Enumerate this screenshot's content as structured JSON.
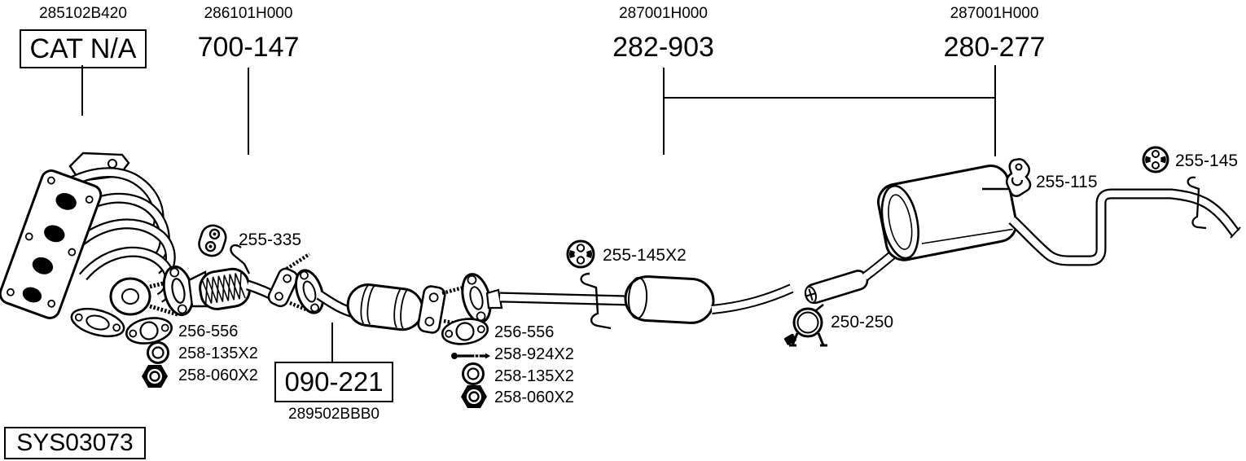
{
  "colors": {
    "line": "#000000",
    "background": "#ffffff"
  },
  "assemblies": [
    {
      "ref": "285102B420",
      "label": "CAT N/A"
    },
    {
      "ref": "286101H000",
      "label": "700-147"
    },
    {
      "ref": "287001H000",
      "label": "282-903"
    },
    {
      "ref": "287001H000",
      "label": "280-277"
    }
  ],
  "callouts": {
    "flex_hanger_clamp": "255-335",
    "center_mount": "255-145X2",
    "clamp": "250-250",
    "rear_hanger_bracket": "255-115",
    "tail_mount": "255-145"
  },
  "front_fasteners": {
    "gasket": "256-556",
    "ring": "258-135X2",
    "nut": "258-060X2"
  },
  "center_fasteners": {
    "gasket": "256-556",
    "bolt": "258-924X2",
    "ring": "258-135X2",
    "nut": "258-060X2"
  },
  "boxed_part": {
    "label": "090-221",
    "ref": "289502BBB0"
  },
  "system_code": "SYS03073",
  "icons": {
    "flex_hanger_clamp": "hanger-clamp-icon",
    "center_mount": "rubber-mount-icon",
    "clamp": "pipe-clamp-icon",
    "rear_hanger_bracket": "hanger-bracket-icon",
    "tail_mount": "rubber-mount-icon",
    "gasket": "gasket-icon",
    "ring": "ring-gasket-icon",
    "nut": "nut-icon",
    "bolt": "bolt-icon"
  }
}
